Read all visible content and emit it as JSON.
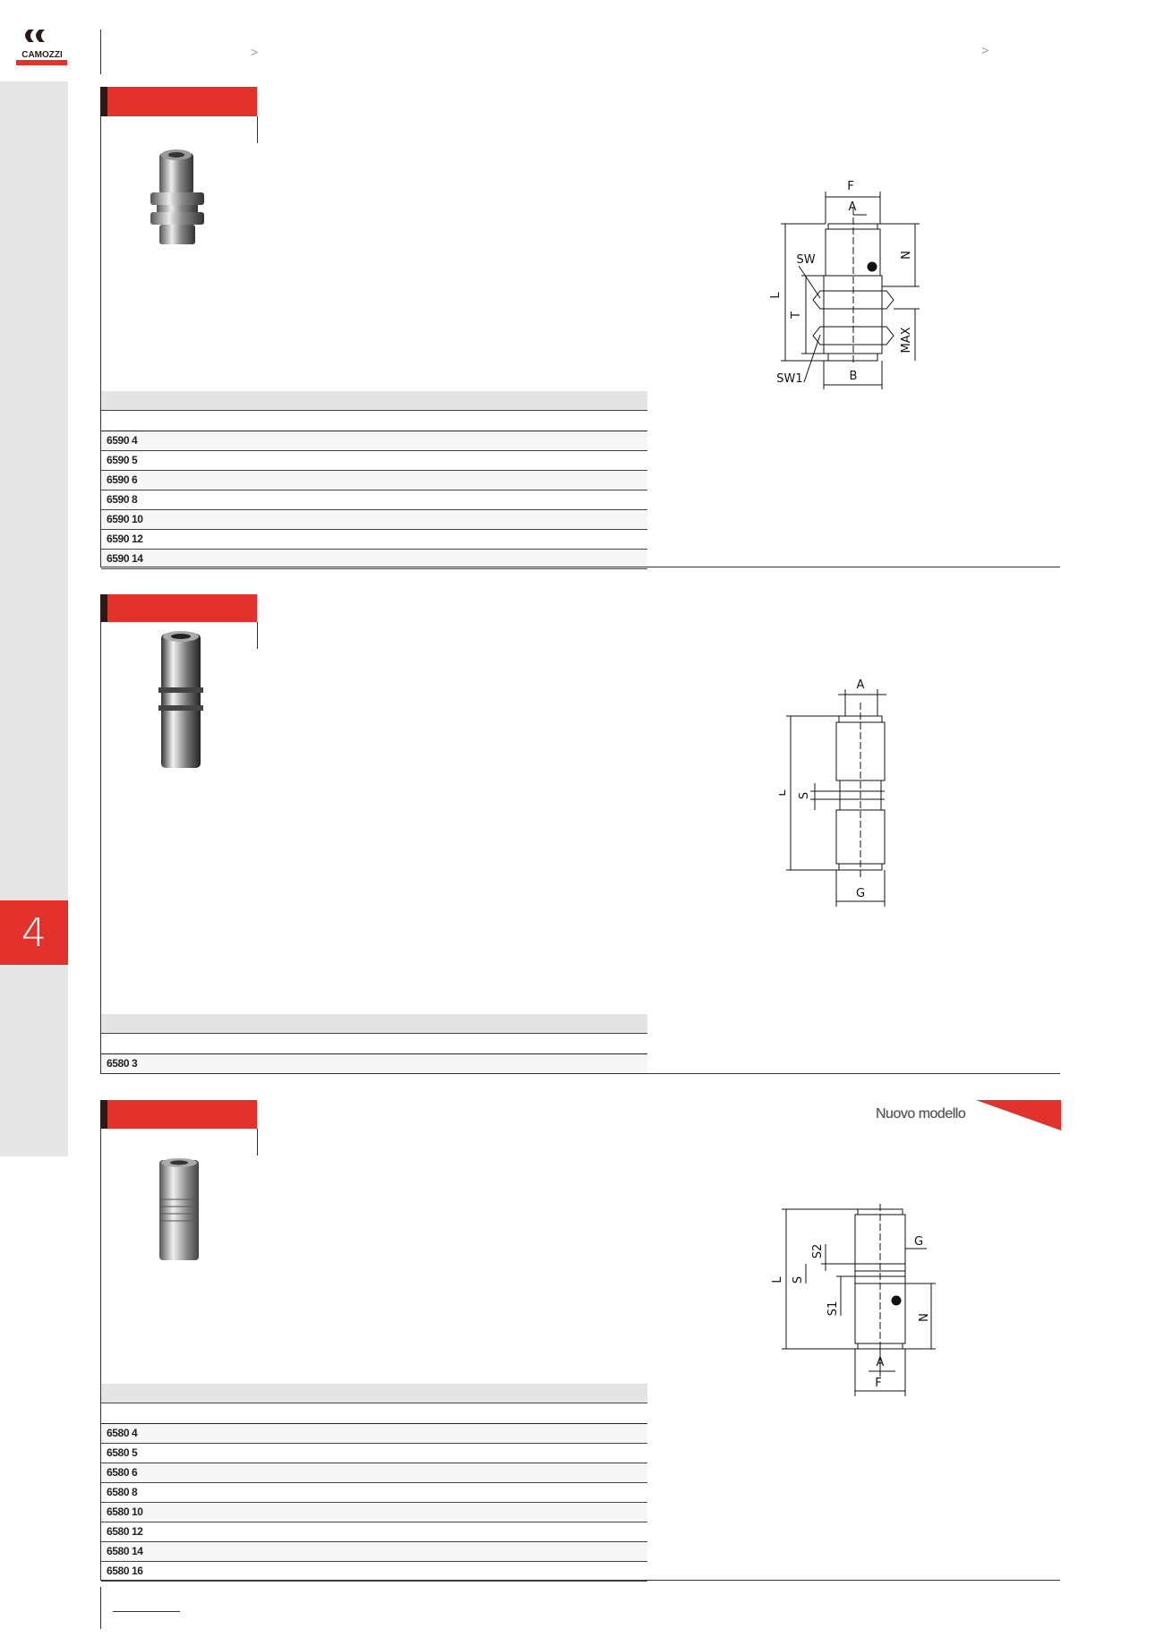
{
  "header": {
    "brand": "CAMOZZI",
    "breadcrumb_separator": ">",
    "chapter_number": "4"
  },
  "colors": {
    "accent": "#e3312b",
    "sidebar": "#e6e6e6",
    "table_header": "#e4e4e4"
  },
  "sections": [
    {
      "drawing_labels": {
        "F": "F",
        "A": "A",
        "N": "N",
        "L": "L",
        "T": "T",
        "SW": "SW",
        "SW1": "SW1",
        "MAX": "MAX",
        "B": "B"
      },
      "rows": [
        "6590 4",
        "6590 5",
        "6590 6",
        "6590 8",
        "6590 10",
        "6590 12",
        "6590 14"
      ]
    },
    {
      "drawing_labels": {
        "A": "A",
        "L": "L",
        "S": "S",
        "G": "G"
      },
      "rows": [
        "6580 3"
      ]
    },
    {
      "badge": "Nuovo modello",
      "drawing_labels": {
        "G": "G",
        "S2": "S2",
        "S": "S",
        "L": "L",
        "S1": "S1",
        "N": "N",
        "A": "A",
        "F": "F"
      },
      "rows": [
        "6580 4",
        "6580 5",
        "6580 6",
        "6580 8",
        "6580 10",
        "6580 12",
        "6580 14",
        "6580 16"
      ]
    }
  ]
}
